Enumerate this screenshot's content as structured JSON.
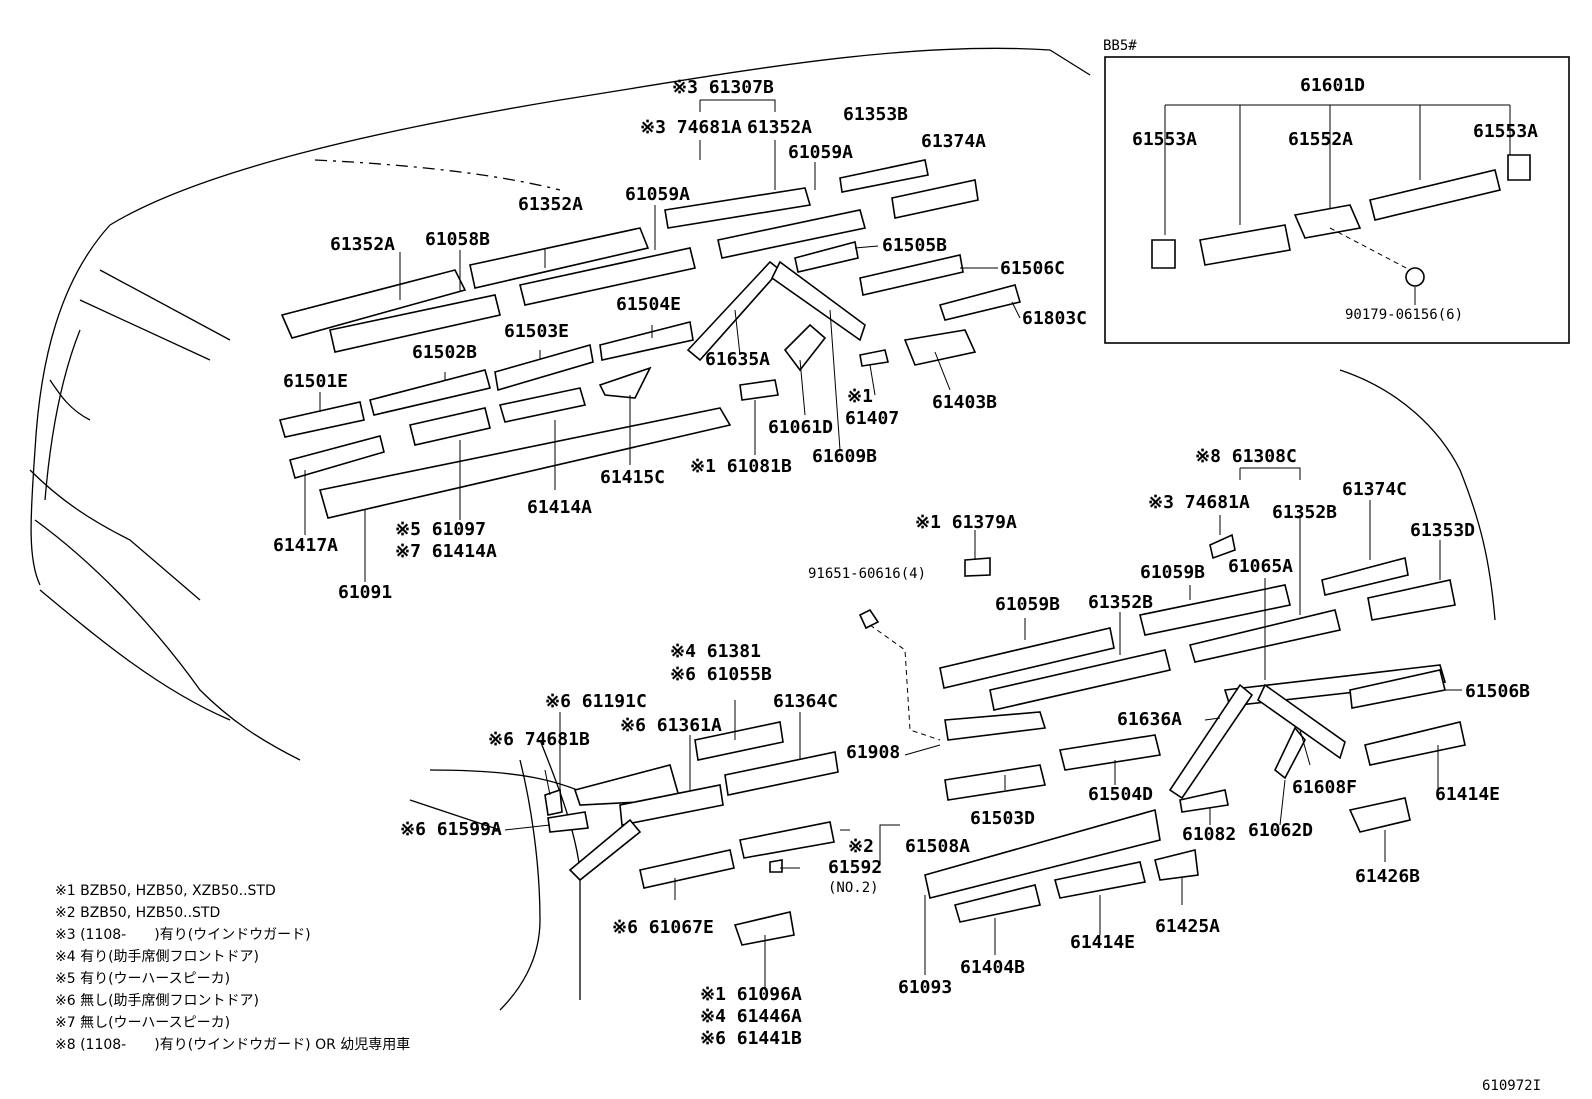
{
  "inset": {
    "title": "BB5#"
  },
  "callouts": {
    "c61307B": "※3 61307B",
    "c74681A_top": "※3 74681A",
    "c61352A_a": "61352A",
    "c61353B": "61353B",
    "c61374A": "61374A",
    "c61059A_a": "61059A",
    "c61352A_b": "61352A",
    "c61059A_b": "61059A",
    "c61352A_c": "61352A",
    "c61058B": "61058B",
    "c61505B": "61505B",
    "c61506C": "61506C",
    "c61803C": "61803C",
    "c61504E": "61504E",
    "c61503E": "61503E",
    "c61502B": "61502B",
    "c61635A": "61635A",
    "c61501E": "61501E",
    "c61407": "※1 61407",
    "c61403B": "61403B",
    "c61061D": "61061D",
    "c61415C": "61415C",
    "c61081B": "※1 61081B",
    "c61609B": "61609B",
    "c61414A": "61414A",
    "c61097": "※5 61097",
    "c61414A_b": "※7 61414A",
    "c61417A": "61417A",
    "c61091": "61091",
    "c61601D": "61601D",
    "c61553A_l": "61553A",
    "c61552A": "61552A",
    "c61553A_r": "61553A",
    "c90179": "90179-06156(6)",
    "c61308C": "※8 61308C",
    "c74681A_b": "※3 74681A",
    "c61374C": "61374C",
    "c61352B_a": "61352B",
    "c61353D": "61353D",
    "c61379A": "※1 61379A",
    "c91651": "91651-60616(4)",
    "c61059B_a": "61059B",
    "c61065A": "61065A",
    "c61059B_b": "61059B",
    "c61352B_b": "61352B",
    "c61381": "※4 61381",
    "c61055B": "※6 61055B",
    "c61191C": "※6 61191C",
    "c61364C": "61364C",
    "c61361A": "※6 61361A",
    "c74681B": "※6 74681B",
    "c61506B": "61506B",
    "c61636A": "61636A",
    "c61908": "61908",
    "c61608F": "61608F",
    "c61414E_a": "61414E",
    "c61503D": "61503D",
    "c61504D": "61504D",
    "c61599A": "※6 61599A",
    "c61082": "61082",
    "c61062D": "61062D",
    "c61508A": "61508A",
    "c61592": "※2 61592",
    "c61592n": "(NO.2)",
    "c61426B": "61426B",
    "c61067E": "※6 61067E",
    "c61425A": "61425A",
    "c61414E_b": "61414E",
    "c61093": "61093",
    "c61404B": "61404B",
    "c61096A": "※1 61096A",
    "c61446A": "※4 61446A",
    "c61441B": "※6 61441B"
  },
  "notes": [
    "※1 BZB50, HZB50, XZB50..STD",
    "※2 BZB50, HZB50..STD",
    "※3 (1108-　　)有り(ウインドウガード)",
    "※4 有り(助手席側フロントドア)",
    "※5 有り(ウーハースピーカ)",
    "※6 無し(助手席側フロントドア)",
    "※7 無し(ウーハースピーカ)",
    "※8 (1108-　　)有り(ウインドウガード) OR 幼児専用車"
  ],
  "figure_id": "610972I"
}
